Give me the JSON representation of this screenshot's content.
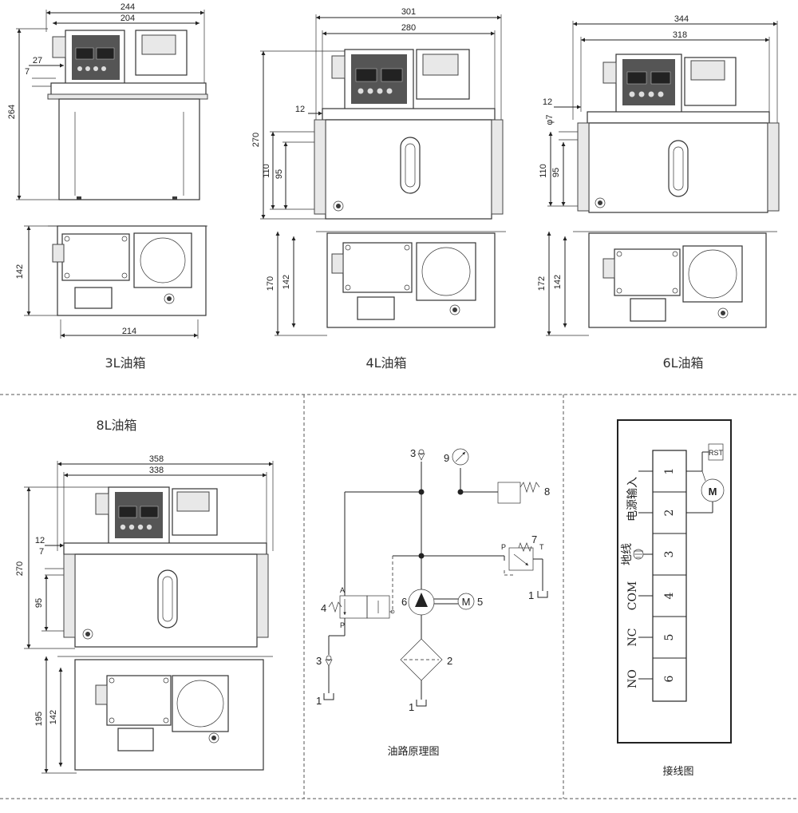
{
  "tanks": {
    "tank3": {
      "caption": "3L油箱",
      "w_outer": "244",
      "w_inner": "204",
      "offset": "27",
      "hole": "7",
      "height": "264",
      "depth": "142",
      "base_w": "214"
    },
    "tank4": {
      "caption": "4L油箱",
      "w_outer": "301",
      "w_inner": "280",
      "offset": "12",
      "height": "270",
      "h_mount": "110",
      "h_hole": "95",
      "depth_outer": "170",
      "depth": "142"
    },
    "tank6": {
      "caption": "6L油箱",
      "w_outer": "344",
      "w_inner": "318",
      "offset": "12",
      "hole": "φ7",
      "h_mount": "110",
      "h_hole": "95",
      "depth_outer": "172",
      "depth": "142"
    },
    "tank8": {
      "caption": "8L油箱",
      "w_outer": "358",
      "w_inner": "338",
      "offset": "12",
      "hole": "7",
      "height": "270",
      "h_hole": "95",
      "depth_outer": "195",
      "depth": "142"
    }
  },
  "circuit": {
    "caption": "油路原理图",
    "labels": {
      "n3a": "3",
      "n9": "9",
      "n8": "8",
      "n7": "7",
      "n1a": "1",
      "nA": "A",
      "nP": "P",
      "n4": "4",
      "n6": "6",
      "n5": "5",
      "n3b": "3",
      "n1b": "1",
      "n2": "2",
      "n1c": "1",
      "pP": "P",
      "pT": "T",
      "motor": "M"
    }
  },
  "wiring": {
    "caption": "接线图",
    "terminals": [
      "1",
      "2",
      "3",
      "4",
      "5",
      "6"
    ],
    "label_power": "电源输入",
    "label_ground": "地线",
    "label_com": "COM",
    "label_nc": "NC",
    "label_no": "NO",
    "motor": "M",
    "rst": "RST"
  }
}
